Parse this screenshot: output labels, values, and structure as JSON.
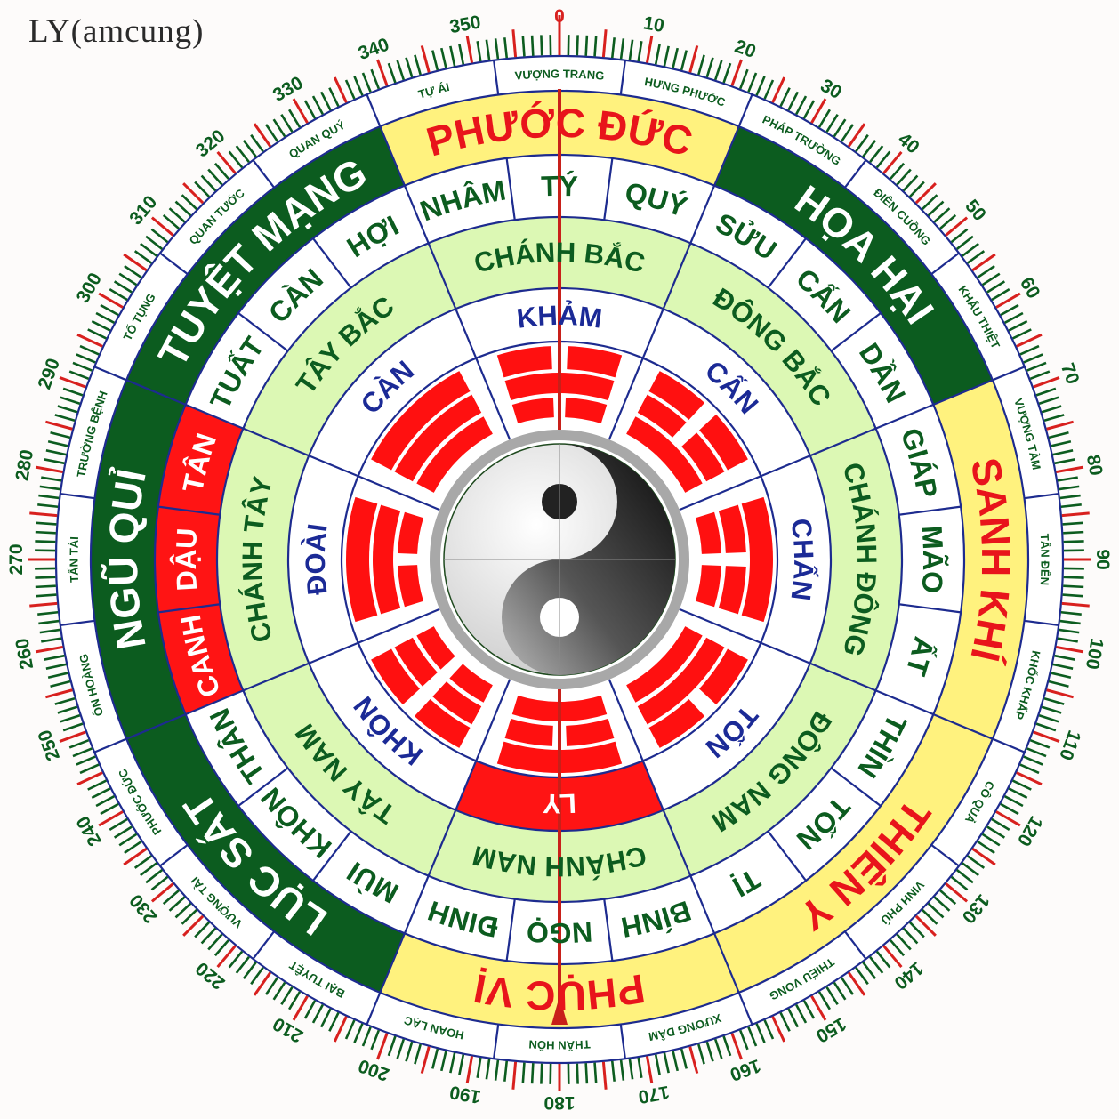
{
  "title": "LY(amcung)",
  "colors": {
    "good_band": "#fff27e",
    "good_text": "#e8141b",
    "bad_band": "#0c5c1f",
    "bad_text": "#ffffff",
    "mountain_text": "#0c5c1f",
    "direction_band": "#dcf8b4",
    "trigram_name": "#1b2a96",
    "trigram_line": "#ff1010",
    "highlight": "#ff1414",
    "ring_line": "#1d2b8f",
    "tick": "#0c5c1f",
    "tick_major": "#d8201e",
    "needle": "#c8201a"
  },
  "degree_labels": [
    0,
    10,
    20,
    30,
    40,
    50,
    60,
    70,
    80,
    90,
    100,
    110,
    120,
    130,
    140,
    150,
    160,
    170,
    180,
    190,
    200,
    210,
    220,
    230,
    240,
    250,
    260,
    270,
    280,
    290,
    300,
    310,
    320,
    330,
    340,
    350
  ],
  "outer_labels": [
    "VƯỢNG TRANG",
    "HƯNG PHƯỚC",
    "PHÁP TRƯỜNG",
    "ĐIÊN CUỒNG",
    "KHẨU THIỆT",
    "VƯỢNG TÀM",
    "TẤN ĐẾN",
    "KHỐC KHẤP",
    "CÔ QUẢ",
    "VINH PHÚ",
    "THIẾU VONG",
    "XƯƠNG DÂM",
    "THÂN HÔN",
    "HOAN LẠC",
    "BẠI TUYỆT",
    "VƯỢNG TÀI",
    "PHƯỚC ĐỨC",
    "ÔN HOÀNG",
    "TẤN TÀI",
    "TRƯỜNG BỆNH",
    "TỐ TỤNG",
    "QUAN TƯỚC",
    "QUAN QUÝ",
    "TỰ ÁI"
  ],
  "stars": [
    {
      "name": "PHƯỚC ĐỨC",
      "good": true
    },
    {
      "name": "HỌA HẠI",
      "good": false
    },
    {
      "name": "SANH KHÍ",
      "good": true
    },
    {
      "name": "THIÊN Y",
      "good": true
    },
    {
      "name": "PHỤC VỊ",
      "good": true
    },
    {
      "name": "LỤC SÁT",
      "good": false
    },
    {
      "name": "NGŨ QUỈ",
      "good": false
    },
    {
      "name": "TUYỆT MẠNG",
      "good": false
    }
  ],
  "mountains": [
    {
      "name": "NHÂM"
    },
    {
      "name": "TÝ"
    },
    {
      "name": "QUÝ"
    },
    {
      "name": "SỬU"
    },
    {
      "name": "CẤN"
    },
    {
      "name": "DẦN"
    },
    {
      "name": "GIÁP"
    },
    {
      "name": "MÃO"
    },
    {
      "name": "ẤT"
    },
    {
      "name": "THÌN"
    },
    {
      "name": "TỐN"
    },
    {
      "name": "TỊ"
    },
    {
      "name": "BÍNH"
    },
    {
      "name": "NGỌ"
    },
    {
      "name": "ĐINH"
    },
    {
      "name": "MÙI"
    },
    {
      "name": "KHÔN"
    },
    {
      "name": "THÂN"
    },
    {
      "name": "CANH",
      "highlight": true
    },
    {
      "name": "DẬU",
      "highlight": true
    },
    {
      "name": "TÂN",
      "highlight": true
    },
    {
      "name": "TUẤT"
    },
    {
      "name": "CÀN"
    },
    {
      "name": "HỢI"
    }
  ],
  "directions": [
    "CHÁNH BẮC",
    "ĐÔNG BẮC",
    "CHÁNH ĐÔNG",
    "ĐÔNG NAM",
    "CHÁNH NAM",
    "TÂY NAM",
    "CHÁNH TÂY",
    "TÂY BẮC"
  ],
  "trigrams": [
    {
      "name": "KHẢM",
      "lines": [
        0,
        1,
        0
      ]
    },
    {
      "name": "CẤN",
      "lines": [
        1,
        0,
        0
      ]
    },
    {
      "name": "CHẤN",
      "lines": [
        0,
        0,
        1
      ]
    },
    {
      "name": "TỐN",
      "lines": [
        1,
        1,
        0
      ]
    },
    {
      "name": "LY",
      "lines": [
        1,
        0,
        1
      ],
      "highlight": true
    },
    {
      "name": "KHÔN",
      "lines": [
        0,
        0,
        0
      ]
    },
    {
      "name": "ĐOÀI",
      "lines": [
        0,
        1,
        1
      ]
    },
    {
      "name": "CÀN",
      "lines": [
        1,
        1,
        1
      ]
    }
  ]
}
